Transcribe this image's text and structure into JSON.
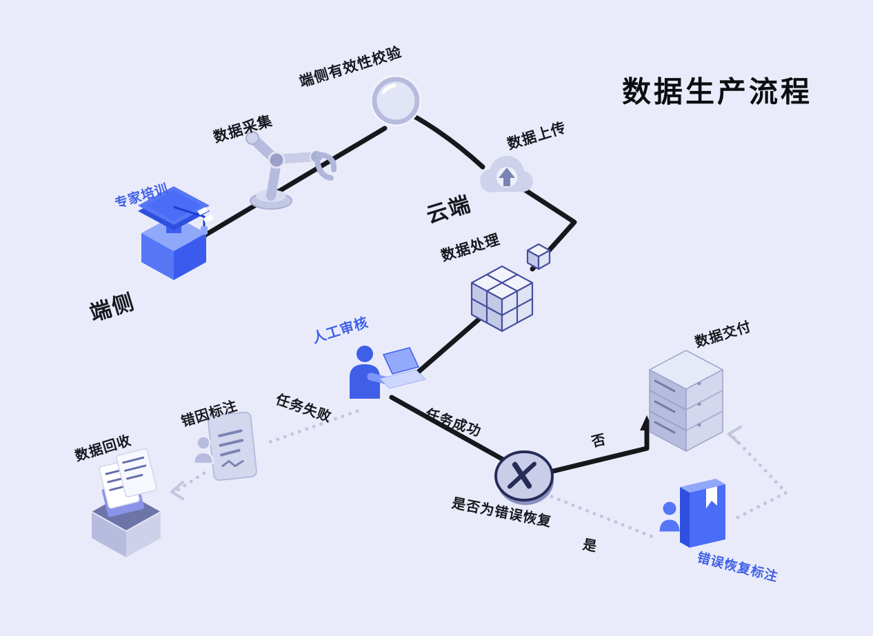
{
  "title": "数据生产流程",
  "colors": {
    "background": "#e9ebfa",
    "accent_blue": "#3f5fe8",
    "text_dark": "#16181d",
    "flow_line": "#17181c",
    "dotted_line": "#c2c6dd",
    "icon_lavender": "#c9cde8",
    "icon_blue": "#4a6cf7"
  },
  "zones": {
    "device": "端侧",
    "cloud": "云端"
  },
  "steps": {
    "expert_training": "专家培训",
    "data_collection": "数据采集",
    "device_validity_check": "端侧有效性校验",
    "data_upload": "数据上传",
    "data_processing": "数据处理",
    "manual_review": "人工审核",
    "error_cause_annotation": "错因标注",
    "data_recycling": "数据回收",
    "data_delivery": "数据交付",
    "error_recovery_annotation": "错误恢复标注"
  },
  "edges": {
    "task_failed": "任务失败",
    "task_success": "任务成功",
    "decision_question": "是否为错误恢复",
    "yes": "是",
    "no": "否"
  }
}
